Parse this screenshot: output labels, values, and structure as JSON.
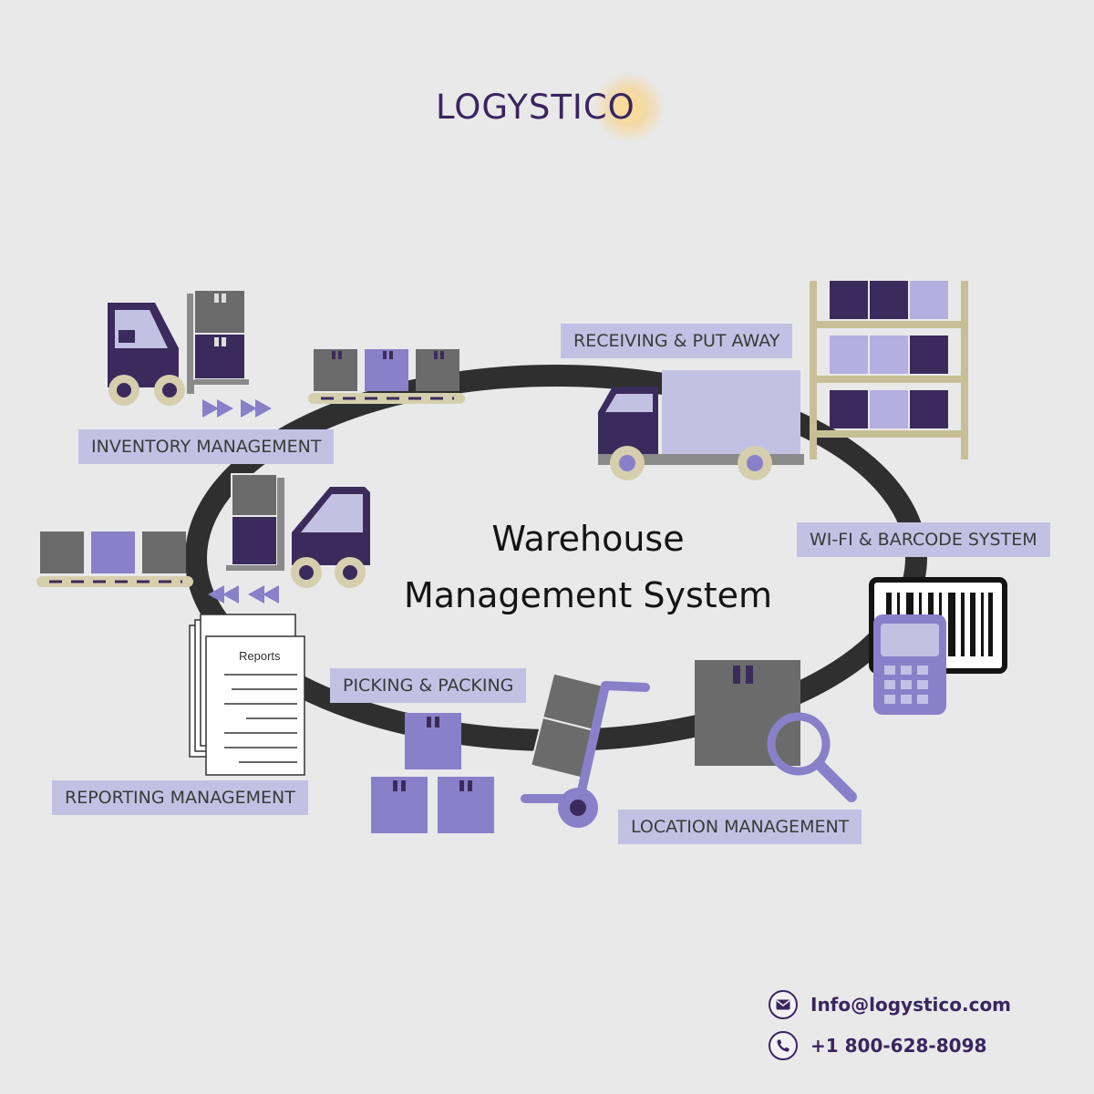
{
  "brand": {
    "name": "LOGYSTICO"
  },
  "diagram": {
    "title_line1": "Warehouse",
    "title_line2": "Management System",
    "stages": {
      "inventory": "INVENTORY MANAGEMENT",
      "receiving": "RECEIVING & PUT AWAY",
      "wifi": "WI-FI & BARCODE SYSTEM",
      "picking": "PICKING & PACKING",
      "reporting": "REPORTING MANAGEMENT",
      "location": "LOCATION MANAGEMENT"
    },
    "report_doc_title": "Reports"
  },
  "contact": {
    "email": "Info@logystico.com",
    "phone": "+1 800-628-8098"
  },
  "colors": {
    "brand": "#3a2560",
    "dark_purple": "#3b2b5c",
    "mid_purple": "#8a80c9",
    "light_purple": "#b4afe0",
    "label_bg": "#c3c1e3",
    "gray_box": "#6b6b6b",
    "ring": "#2f2f2f",
    "rack": "#c9bf97"
  }
}
